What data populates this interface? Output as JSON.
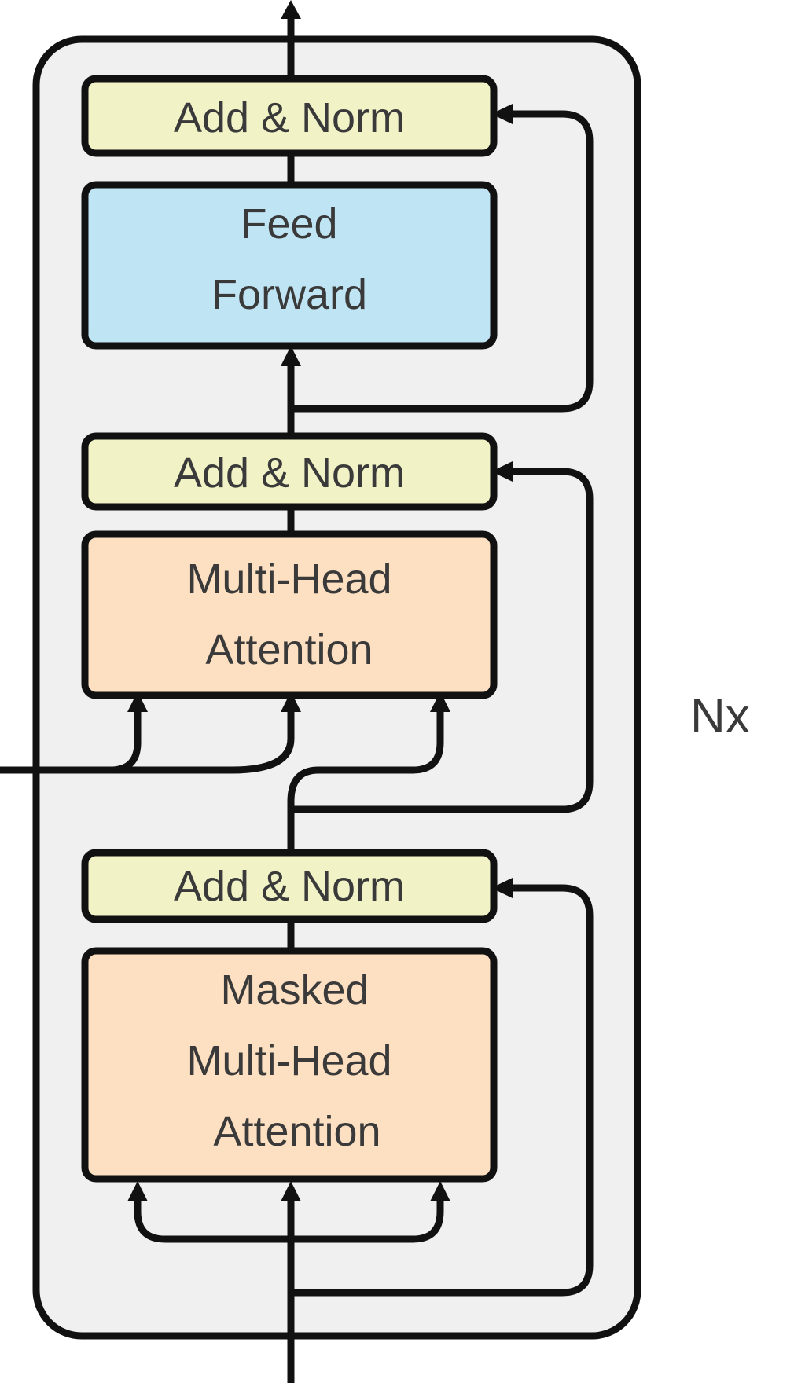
{
  "layer_group": {
    "repeat_label": "Nx",
    "background_color": "#f0f0f0"
  },
  "blocks": {
    "add_norm_top": {
      "lines": [
        "Add & Norm"
      ],
      "color": "#f1f3c6"
    },
    "feed_forward": {
      "lines": [
        "Feed",
        "Forward"
      ],
      "color": "#bfe5f4"
    },
    "add_norm_middle": {
      "lines": [
        "Add & Norm"
      ],
      "color": "#f1f3c6"
    },
    "multi_head_attention": {
      "lines": [
        "Multi-Head",
        "Attention"
      ],
      "color": "#fde0c1"
    },
    "add_norm_bottom": {
      "lines": [
        "Add & Norm"
      ],
      "color": "#f1f3c6"
    },
    "masked_multi_head_attention": {
      "lines": [
        "Masked",
        "Multi-Head",
        "Attention"
      ],
      "color": "#fde0c1"
    }
  }
}
